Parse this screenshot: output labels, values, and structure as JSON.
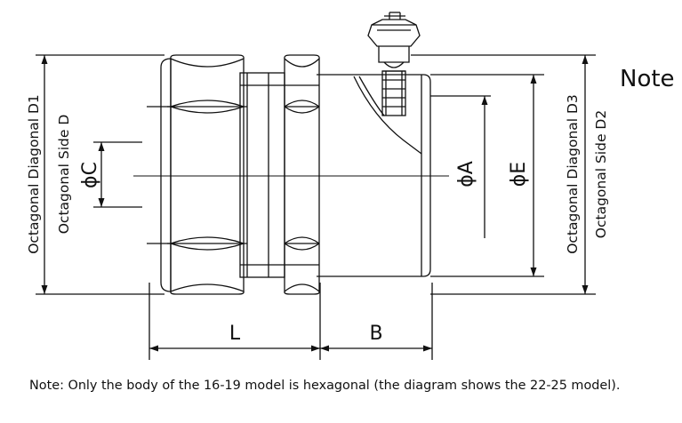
{
  "labels": {
    "d1": "Octagonal Diagonal D1",
    "d": "Octagonal Side D",
    "c": "ϕC",
    "a": "ϕA",
    "e": "ϕE",
    "d3": "Octagonal Diagonal D3",
    "d2": "Octagonal Side D2",
    "l": "L",
    "b": "B"
  },
  "note_title": "Note",
  "note_text": "Note: Only the body of the 16-19 model is hexagonal (the diagram shows the 22-25 model)."
}
